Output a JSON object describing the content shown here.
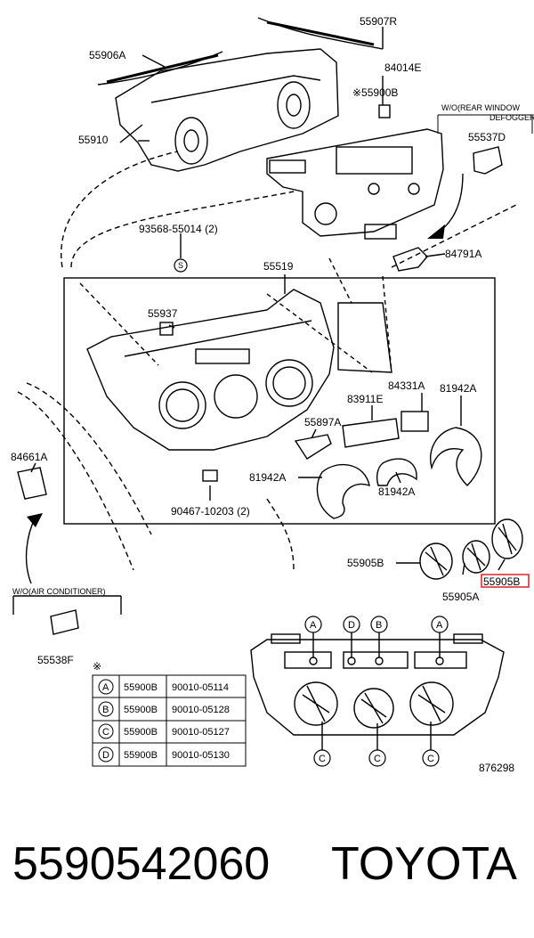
{
  "labels": {
    "cable_top": "55907R",
    "cable_left": "55906A",
    "switch_top": "84014E",
    "clip_note": "※55900B",
    "wo_rear_line1": "W/O(REAR WINDOW",
    "wo_rear_line2": "DEFOGGER)",
    "cover_right": "55537D",
    "control_assy": "55910",
    "screw": "93568-55014 (2)",
    "screw_symbol": "S",
    "knob_right_cap": "84791A",
    "panel": "55519",
    "clip_55937": "55937",
    "switch_84331": "84331A",
    "plate_83911": "83911E",
    "ring_right": "81942A",
    "cover_55897": "55897A",
    "switch_left": "84661A",
    "ring_left": "81942A",
    "ring_mid": "81942A",
    "clip_90467": "90467-10203 (2)",
    "knob_left": "55905B",
    "knob_mid": "55905A",
    "knob_right": "55905B",
    "wo_ac": "W/O(AIR CONDITIONER)",
    "cover_left": "55538F",
    "note_mark": "※",
    "diagram_code": "876298"
  },
  "table": {
    "rows": [
      {
        "letter": "A",
        "part": "55900B",
        "number": "90010-05114"
      },
      {
        "letter": "B",
        "part": "55900B",
        "number": "90010-05128"
      },
      {
        "letter": "C",
        "part": "55900B",
        "number": "90010-05127"
      },
      {
        "letter": "D",
        "part": "55900B",
        "number": "90010-05130"
      }
    ]
  },
  "callouts": {
    "a": "A",
    "b": "B",
    "c": "C",
    "d": "D"
  },
  "highlight_color": "#e02020",
  "footer": {
    "part_number": "5590542060",
    "brand": "TOYOTA"
  }
}
